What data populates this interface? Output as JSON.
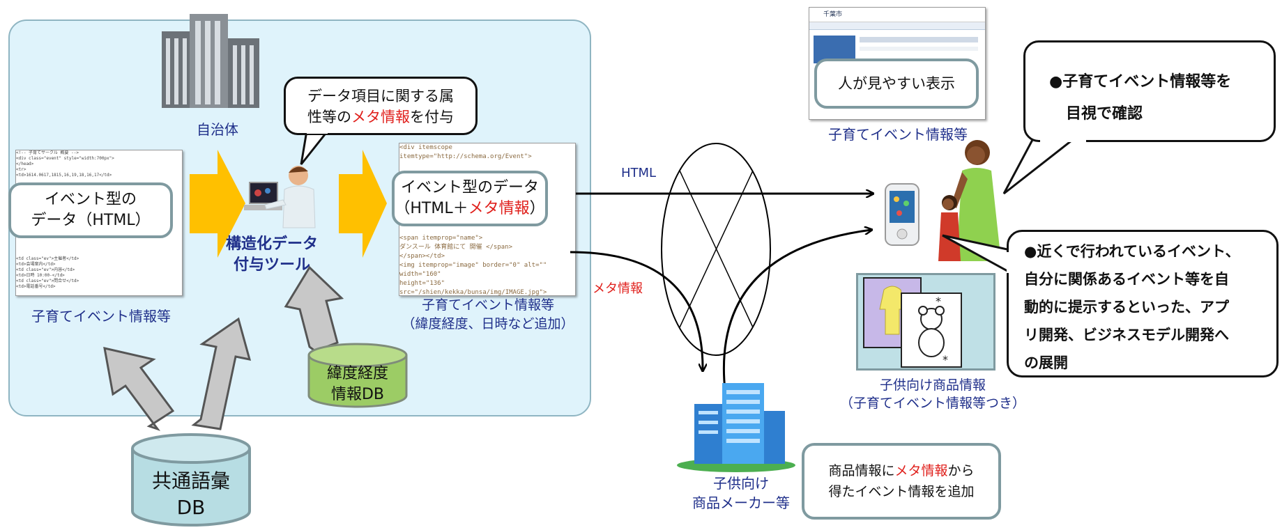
{
  "local_gov": {
    "label": "自治体",
    "source_doc_label": "子育てイベント情報等",
    "event_data_box": [
      "イベント型の",
      "データ（HTML）"
    ],
    "tool_label": [
      "構造化データ",
      "付与ツール"
    ],
    "meta_bubble": {
      "line1": "データ項目に関する属",
      "line2_pre": "性等の",
      "line2_red": "メタ情報",
      "line2_post": "を付与"
    },
    "output_box": {
      "line1": "イベント型のデータ",
      "line2_pre": "（HTML＋",
      "line2_red": "メタ情報",
      "line2_post": "）"
    },
    "output_doc_label": [
      "子育てイベント情報等",
      "（緯度経度、日時など追加）"
    ],
    "geo_db": [
      "緯度経度",
      "情報DB"
    ]
  },
  "vocab_db": [
    "共通語彙",
    "DB"
  ],
  "flow": {
    "html_label": "HTML",
    "meta_label": "メタ情報"
  },
  "web_display": {
    "box_label": "人が見やすい表示",
    "caption": "子育てイベント情報等",
    "thumb_city": "千葉市"
  },
  "bubble_visual": [
    "●子育てイベント情報等を",
    "目視で確認"
  ],
  "bubble_apps": [
    "●近くで行われているイベント、",
    "自分に関係あるイベント等を自",
    "動的に提示するといった、アプ",
    "リ開発、ビジネスモデル開発へ",
    "の展開"
  ],
  "product_info": [
    "子供向け商品情報",
    "（子育てイベント情報等つき）"
  ],
  "maker": {
    "label": [
      "子供向け",
      "商品メーカー等"
    ],
    "box": {
      "line1_pre": "商品情報に",
      "line1_red": "メタ情報",
      "line1_post": "から",
      "line2": "得たイベント情報を追加"
    }
  },
  "colors": {
    "panel": "#dff3fb",
    "panel_border": "#8fb5c2",
    "arrow_yellow": "#ffc000",
    "arrow_gray": "#c8c8c8",
    "db_teal": "#b7dde3",
    "db_green": "#9ccc65",
    "red": "#e0201c",
    "navy": "#1f2f8a"
  }
}
